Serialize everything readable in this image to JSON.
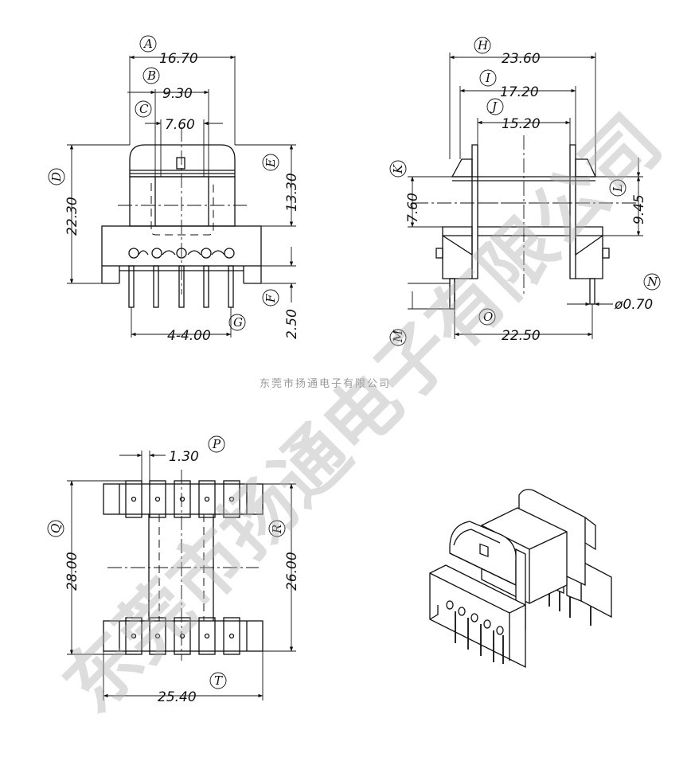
{
  "watermark": {
    "small_text": "东莞市扬通电子有限公司",
    "big_text": "东莞市扬通电子有限公司"
  },
  "front_view": {
    "A": {
      "label": "A",
      "value": "16.70"
    },
    "B": {
      "label": "B",
      "value": "9.30"
    },
    "C": {
      "label": "C",
      "value": "7.60"
    },
    "D": {
      "label": "D",
      "value": "22.30"
    },
    "E": {
      "label": "E",
      "value": "13.30"
    },
    "F": {
      "label": "F",
      "value": "2.50"
    },
    "G": {
      "label": "G",
      "value": "4-4.00"
    }
  },
  "side_view": {
    "H": {
      "label": "H",
      "value": "23.60"
    },
    "I": {
      "label": "I",
      "value": "17.20"
    },
    "J": {
      "label": "J",
      "value": "15.20"
    },
    "K": {
      "label": "K",
      "value": "7.60"
    },
    "L": {
      "label": "L",
      "value": "9.45"
    },
    "M": {
      "label": "M",
      "value": ""
    },
    "N": {
      "label": "N",
      "value": "ø0.70"
    },
    "O": {
      "label": "O",
      "value": "22.50"
    }
  },
  "bottom_view": {
    "P": {
      "label": "P",
      "value": "1.30"
    },
    "Q": {
      "label": "Q",
      "value": "28.00"
    },
    "R": {
      "label": "R",
      "value": "26.00"
    },
    "T": {
      "label": "T",
      "value": "25.40"
    }
  },
  "colors": {
    "line": "#111111",
    "watermark": "#afafaf"
  }
}
